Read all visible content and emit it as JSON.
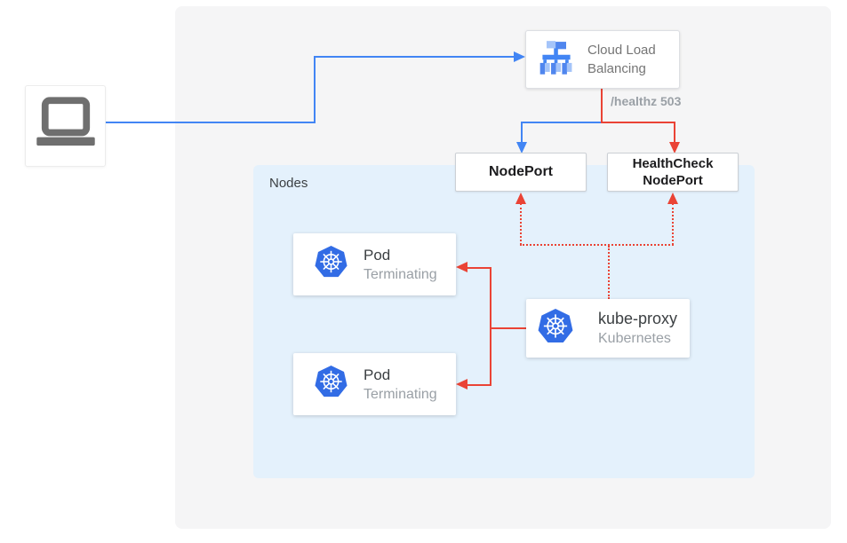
{
  "diagram": {
    "nodes_panel": {
      "label": "Nodes"
    },
    "client": {
      "icon": "laptop-icon"
    },
    "cloud_load_balancing": {
      "label": "Cloud Load Balancing",
      "icon": "load-balancer-icon"
    },
    "healthz_annotation": "/healthz 503",
    "nodeport": {
      "label": "NodePort"
    },
    "healthcheck_nodeport": {
      "label": "HealthCheck NodePort"
    },
    "pods": [
      {
        "title": "Pod",
        "status": "Terminating",
        "icon": "kubernetes-wheel-icon"
      },
      {
        "title": "Pod",
        "status": "Terminating",
        "icon": "kubernetes-wheel-icon"
      }
    ],
    "kube_proxy": {
      "title": "kube-proxy",
      "subtitle": "Kubernetes",
      "icon": "kubernetes-wheel-icon"
    },
    "colors": {
      "blue_flow": "#4285f4",
      "red_flow": "#ea4335",
      "background_panel": "#f5f5f6",
      "nodes_panel": "#e4f1fc",
      "kubernetes_blue": "#326ce5",
      "icon_blue_medium": "#5086ee",
      "icon_blue_light": "#a4c4f9",
      "label_gray": "#757575",
      "muted_gray": "#9aa0a6",
      "laptop_gray": "#6f6f6f"
    }
  }
}
